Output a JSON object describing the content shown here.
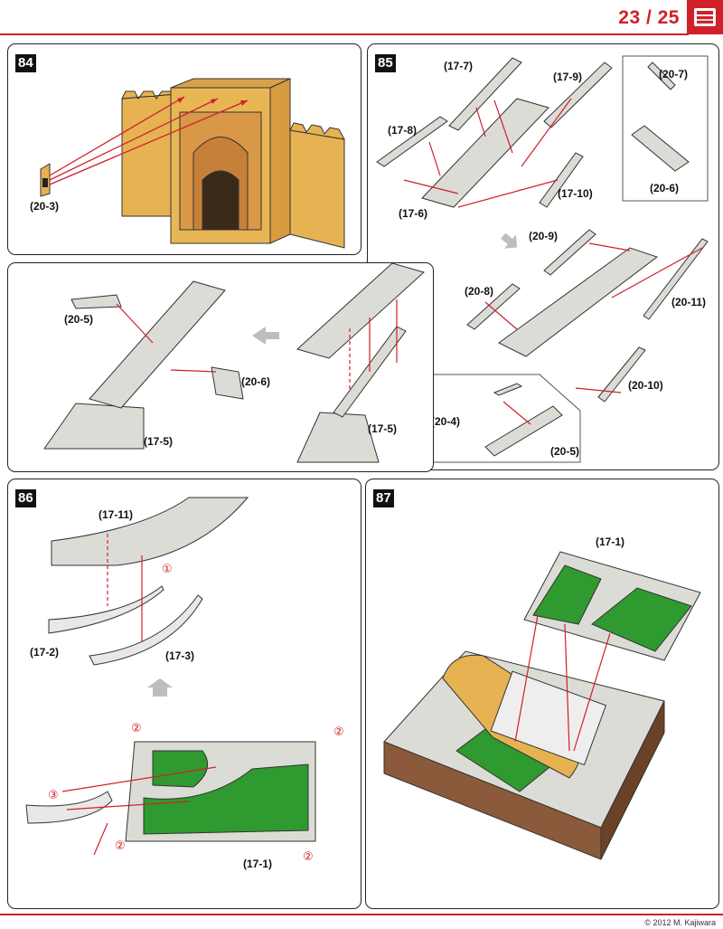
{
  "header": {
    "page": "23 / 25",
    "book_icon": "book-icon"
  },
  "steps": [
    {
      "num": "84",
      "labels": [
        "(20-3)"
      ]
    },
    {
      "num": "85",
      "labels": [
        "(17-7)",
        "(17-9)",
        "(17-8)",
        "(17-6)",
        "(17-10)",
        "(20-7)",
        "(20-6)",
        "(20-9)",
        "(20-8)",
        "(20-11)",
        "(20-10)",
        "(20-4)",
        "(20-5)"
      ]
    },
    {
      "labels": [
        "(20-5)",
        "(20-6)",
        "(17-5)",
        "(17-5)"
      ]
    },
    {
      "num": "86",
      "labels": [
        "(17-11)",
        "(17-2)",
        "(17-3)",
        "(17-1)"
      ],
      "marks": [
        "①",
        "②",
        "②",
        "③",
        "②",
        "②"
      ]
    },
    {
      "num": "87",
      "labels": [
        "(17-1)"
      ]
    }
  ],
  "footer": {
    "copyright": "© 2012 M. Kajiwara"
  },
  "colors": {
    "accent": "#d0202a",
    "wall": "#e8b454",
    "part": "#dcdcd6",
    "grass": "#2f9a2f"
  }
}
